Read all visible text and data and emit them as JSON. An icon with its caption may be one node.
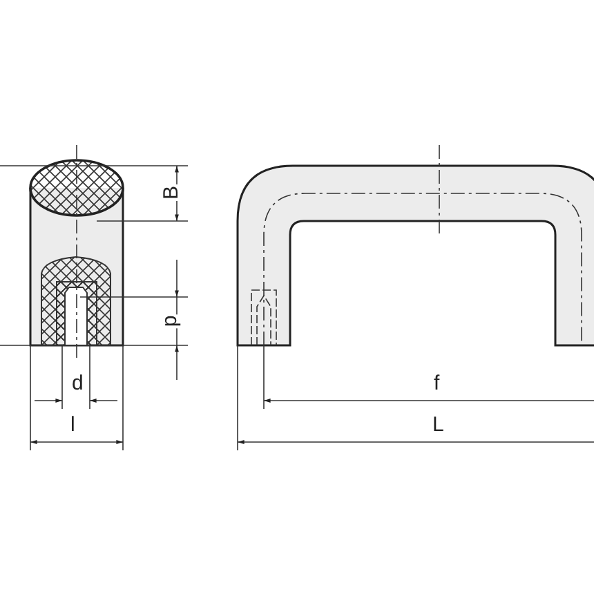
{
  "diagram": {
    "labels": [
      "B",
      "p",
      "d",
      "l",
      "f",
      "L"
    ]
  }
}
